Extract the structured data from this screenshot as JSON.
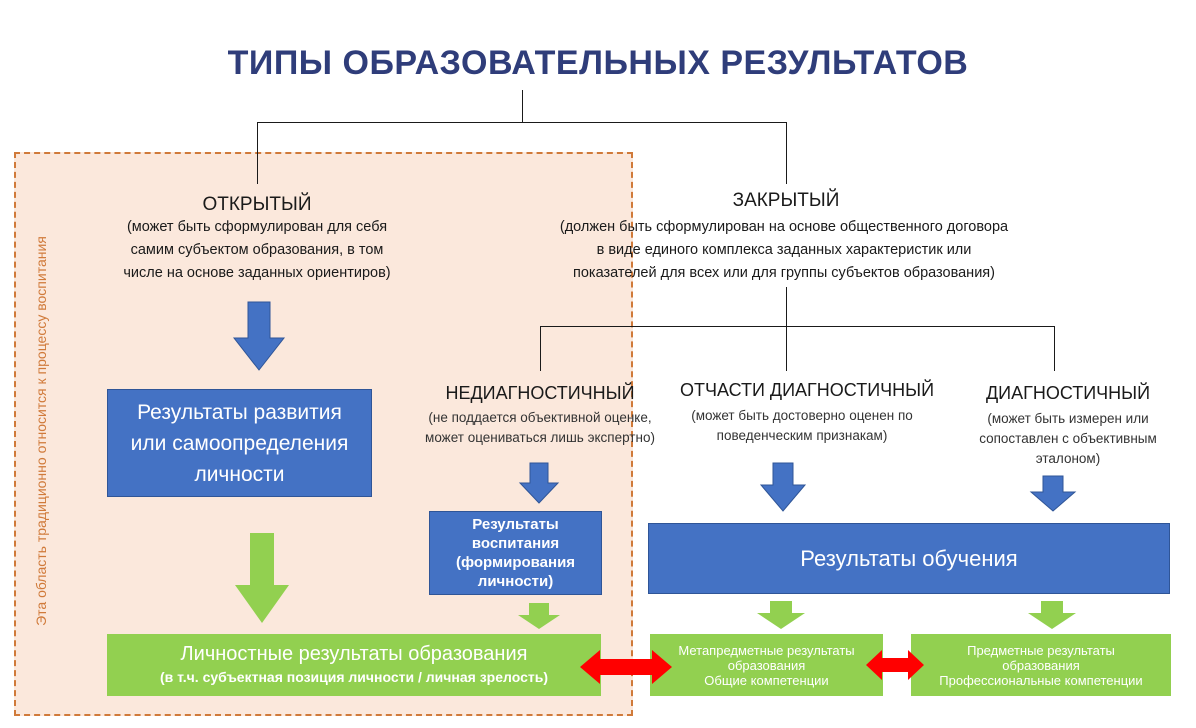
{
  "title": "ТИПЫ ОБРАЗОВАТЕЛЬНЫХ РЕЗУЛЬТАТОВ",
  "region_label": "Эта область традиционно относится к процессу воспитания",
  "open": {
    "heading": "ОТКРЫТЫЙ",
    "lines": [
      "(может быть сформулирован для себя",
      "самим субъектом образования, в том",
      "числе на основе заданных ориентиров)"
    ]
  },
  "closed": {
    "heading": "ЗАКРЫТЫЙ",
    "lines": [
      "(должен быть сформулирован на основе общественного договора",
      "в виде единого комплекса заданных характеристик или",
      "показателей для всех или для группы субъектов образования)"
    ]
  },
  "nondiag": {
    "heading": "НЕДИАГНОСТИЧНЫЙ",
    "lines": [
      "(не поддается объективной оценке,",
      "может оцениваться лишь экспертно)"
    ]
  },
  "partdiag": {
    "heading": "ОТЧАСТИ ДИАГНОСТИЧНЫЙ",
    "lines": [
      "(может быть достоверно оценен по",
      "поведенческим признакам)"
    ]
  },
  "diag": {
    "heading": "ДИАГНОСТИЧНЫЙ",
    "lines": [
      "(может быть измерен или",
      "сопоставлен с объективным",
      "эталоном)"
    ]
  },
  "boxes": {
    "development": [
      "Результаты развития",
      "или  самоопределения",
      "личности"
    ],
    "upbringing": [
      "Результаты",
      "воспитания",
      "(формирования",
      "личности)"
    ],
    "learning": "Результаты обучения",
    "personal_main": "Личностные результаты образования",
    "personal_sub": "(в т.ч. субъектная позиция личности / личная зрелость)",
    "meta": [
      "Метапредметные результаты",
      "образования",
      "Общие компетенции"
    ],
    "subject": [
      "Предметные результаты",
      "образования",
      "Профессиональные компетенции"
    ]
  },
  "colors": {
    "title": "#2f3d7a",
    "blue_box": "#4472c4",
    "green_box": "#92d050",
    "region_fill": "#fbe8dc",
    "region_border": "#d07a3a",
    "red_arrow": "#ff0000"
  }
}
